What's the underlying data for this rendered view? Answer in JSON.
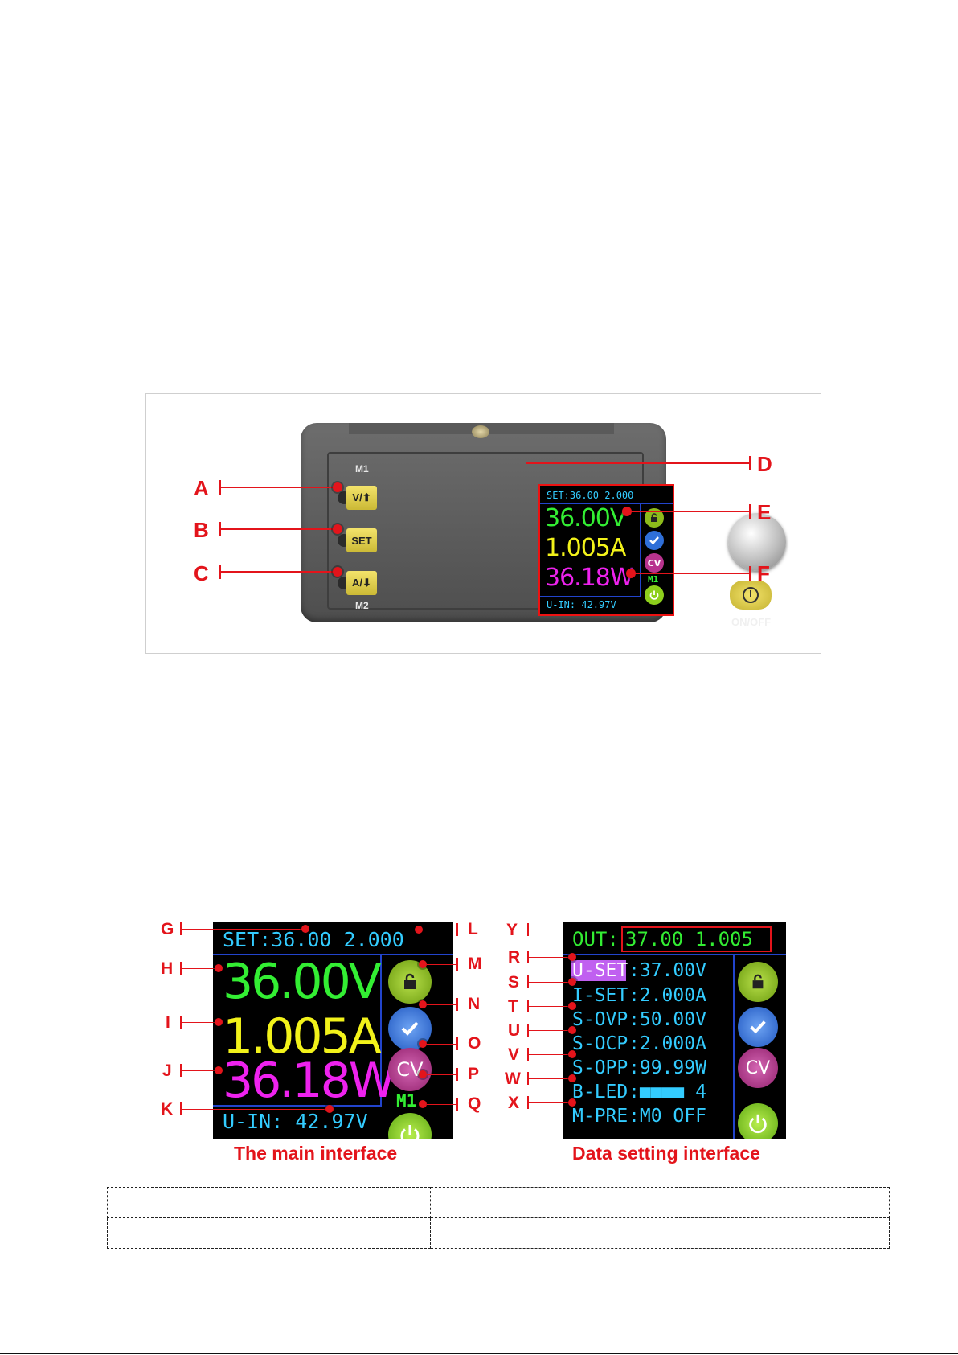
{
  "device_photo": {
    "buttons": [
      {
        "id": "A",
        "label": "V/⬆"
      },
      {
        "id": "B",
        "label": "SET"
      },
      {
        "id": "C",
        "label": "A/⬇"
      }
    ],
    "m1_label": "M1",
    "m2_label": "M2",
    "onoff_label": "ON/OFF",
    "screen": {
      "set_line": "SET:36.00 2.000",
      "voltage": "36.00V",
      "current": "1.005A",
      "power": "36.18W",
      "mode": "M1",
      "u_in": "U-IN: 42.97V"
    },
    "callouts": [
      "A",
      "B",
      "C",
      "D",
      "E",
      "F"
    ]
  },
  "main_interface": {
    "caption": "The main interface",
    "set_line": "SET:36.00 2.000",
    "voltage": "36.00V",
    "current": "1.005A",
    "power": "36.18W",
    "mode": "M1",
    "u_in": "U-IN: 42.97V",
    "cv_label": "CV",
    "callouts": [
      "G",
      "H",
      "I",
      "J",
      "K",
      "L",
      "M",
      "N",
      "O",
      "P",
      "Q"
    ]
  },
  "setting_interface": {
    "caption": "Data setting interface",
    "out_prefix": "OUT:",
    "out_values": "37.00 1.005",
    "rows": [
      {
        "id": "R",
        "key": "U-SET",
        "value": ":37.00V"
      },
      {
        "id": "S",
        "key": "I-SET",
        "value": ":2.000A"
      },
      {
        "id": "T",
        "key": "S-OVP",
        "value": ":50.00V"
      },
      {
        "id": "U",
        "key": "S-OCP",
        "value": ":2.000A"
      },
      {
        "id": "V",
        "key": "S-OPP",
        "value": ":99.99W"
      },
      {
        "id": "W",
        "key": "B-LED",
        "value": ":■■■■ 4"
      },
      {
        "id": "X",
        "key": "M-PRE",
        "value": ":M0 OFF"
      }
    ],
    "cv_label": "CV",
    "callout_out": "Y"
  },
  "colors": {
    "callout_red": "#e3141b",
    "lcd_cyan": "#33ccff",
    "lcd_green": "#33ee33",
    "lcd_yellow": "#f2f21a",
    "lcd_magenta": "#ee22ee",
    "lcd_rule_blue": "#2244cc"
  }
}
